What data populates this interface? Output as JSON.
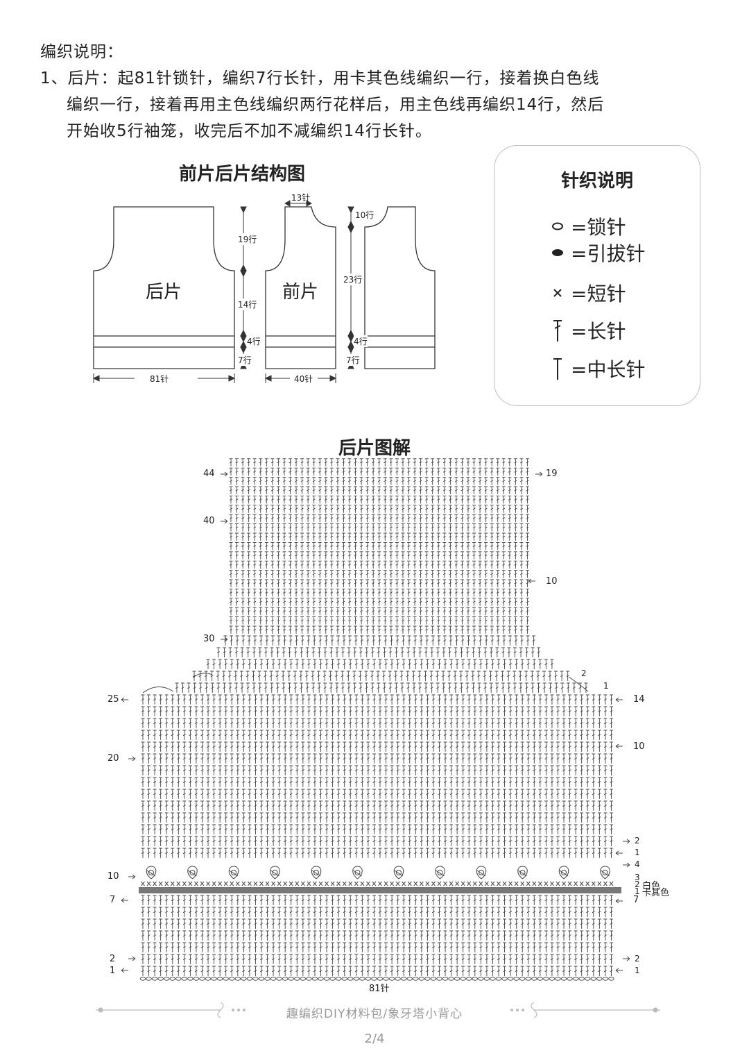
{
  "intro": {
    "heading": "编织说明：",
    "step1_line1": "1、后片：起81针锁针，编织7行长针，用卡其色线编织一行，接着换白色线",
    "step1_line2": "编织一行，接着再用主色线编织两行花样后，用主色线再编织14行，然后",
    "step1_line3": "开始收5行袖笼，收完后不加不减编织14行长针。"
  },
  "structure": {
    "title": "前片后片结构图",
    "back_label": "后片",
    "front_label": "前片",
    "dims": {
      "back_width": "81针",
      "front_width": "40针",
      "neck_width": "13针",
      "back_armhole": "19行",
      "back_body": "14行",
      "pattern_rows": "4行",
      "base_rows": "7行",
      "front_neck": "10行",
      "front_armhole": "23行"
    }
  },
  "legend": {
    "title": "针织说明",
    "items": [
      {
        "symbol": "chain-icon",
        "label": "=锁针"
      },
      {
        "symbol": "slip-stitch-icon",
        "label": "=引拔针"
      },
      {
        "symbol": "single-crochet-icon",
        "label": "=短针"
      },
      {
        "symbol": "double-crochet-icon",
        "label": "=长针"
      },
      {
        "symbol": "half-double-crochet-icon",
        "label": "=中长针"
      }
    ]
  },
  "chart": {
    "title": "后片图解",
    "bottom_label": "81针",
    "white_label": "白色",
    "khaki_label": "卡其色",
    "left_row_labels": [
      "44",
      "40",
      "30",
      "25",
      "20",
      "10",
      "7",
      "2",
      "1"
    ],
    "right_row_labels": [
      "19",
      "10",
      "2",
      "1",
      "14",
      "10",
      "2",
      "1",
      "4",
      "3",
      "2",
      "1",
      "7",
      "2",
      "1"
    ]
  },
  "footer": {
    "brand": "趣编织DIY材料包/象牙塔小背心",
    "page": "2/4"
  },
  "colors": {
    "ink": "#222222",
    "frame": "#bdbdbd",
    "muted": "#999999"
  }
}
